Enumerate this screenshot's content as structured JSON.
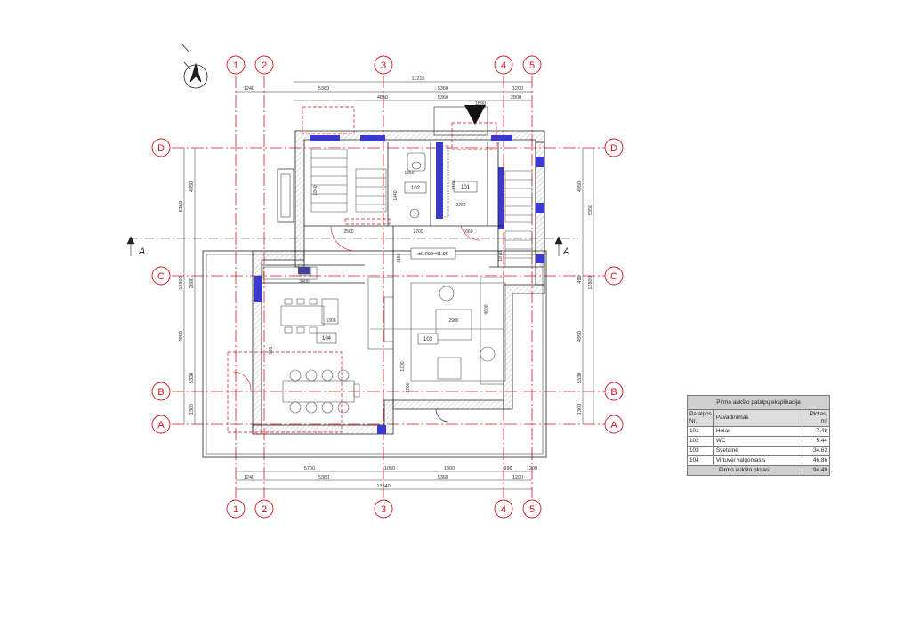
{
  "grid": {
    "vertical": [
      "1",
      "2",
      "3",
      "4",
      "5"
    ],
    "horizontal": [
      "D",
      "C",
      "B",
      "A"
    ]
  },
  "section_marker": "A",
  "dims": {
    "top": [
      "11216",
      "1240",
      "5380",
      "5360",
      "1200",
      "4850",
      "5360",
      "1590",
      "2800"
    ],
    "bottom": [
      "5700",
      "1050",
      "1300",
      "996",
      "1200",
      "1240",
      "5380",
      "5360",
      "1200",
      "12340"
    ],
    "left": [
      "5350",
      "4950",
      "12800",
      "2600",
      "4990",
      "5330",
      "1300"
    ],
    "right": [
      "4950",
      "5350",
      "12800",
      "490",
      "4990",
      "5330",
      "1300"
    ],
    "interior": [
      "1650",
      "1440",
      "3190",
      "2260",
      "1840",
      "3500",
      "2700",
      "1660",
      "2150",
      "3400",
      "5300",
      "1870",
      "4800",
      "2900",
      "1200",
      "1200",
      "980"
    ]
  },
  "rooms": [
    {
      "no": "101"
    },
    {
      "no": "102"
    },
    {
      "no": "103"
    },
    {
      "no": "104"
    }
  ],
  "level": "±0.000=61.95",
  "table": {
    "title": "Pirmo aukšto patalpų eksplikacija",
    "headers": {
      "no": "Patalpos Nr.",
      "name": "Pavadinimas",
      "area": "Plotas, m²"
    },
    "rows": [
      {
        "no": "101",
        "name": "Holas",
        "area": "7.48"
      },
      {
        "no": "102",
        "name": "WC",
        "area": "5.44"
      },
      {
        "no": "103",
        "name": "Svetainė",
        "area": "34.62"
      },
      {
        "no": "104",
        "name": "Virtuvė/ valgomasis",
        "area": "46.86"
      }
    ],
    "total_label": "Pirmo aukšto plotas:",
    "total_value": "94.40"
  },
  "colors": {
    "grid_red": "#d4141c",
    "wall": "#222222",
    "insulation": "#3a3ad0",
    "hatch": "#b8b8b8"
  }
}
